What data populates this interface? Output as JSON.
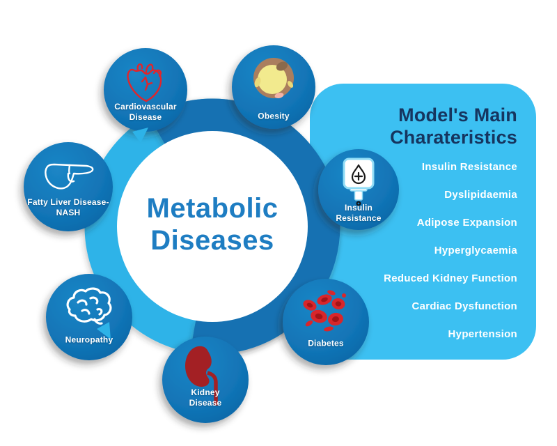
{
  "diagram": {
    "center_title_line1": "Metabolic",
    "center_title_line2": "Diseases",
    "nodes": [
      {
        "label": "Cardiovascular Disease"
      },
      {
        "label": "Obesity"
      },
      {
        "label": "Insulin Resistance"
      },
      {
        "label": "Diabetes"
      },
      {
        "label": "Kidney Disease"
      },
      {
        "label": "Neuropathy"
      },
      {
        "label": "Fatty Liver Disease-NASH"
      }
    ]
  },
  "panel": {
    "title_line1": "Model's Main",
    "title_line2": "Charateristics",
    "items": [
      "Insulin Resistance",
      "Dyslipidaemia",
      "Adipose Expansion",
      "Hyperglycaemia",
      "Reduced Kidney Function",
      "Cardiac Dysfunction",
      "Hypertension"
    ]
  },
  "colors": {
    "node_blue": "#1173b5",
    "ring_cyan": "#2db3e8",
    "dark_arc": "#1371b2",
    "panel_blue": "#3cc0f2",
    "title_navy": "#16355f",
    "center_blue": "#1e7dc2",
    "heart_red": "#e1252b",
    "blood_red": "#d8262b",
    "kidney_red": "#a32024"
  }
}
